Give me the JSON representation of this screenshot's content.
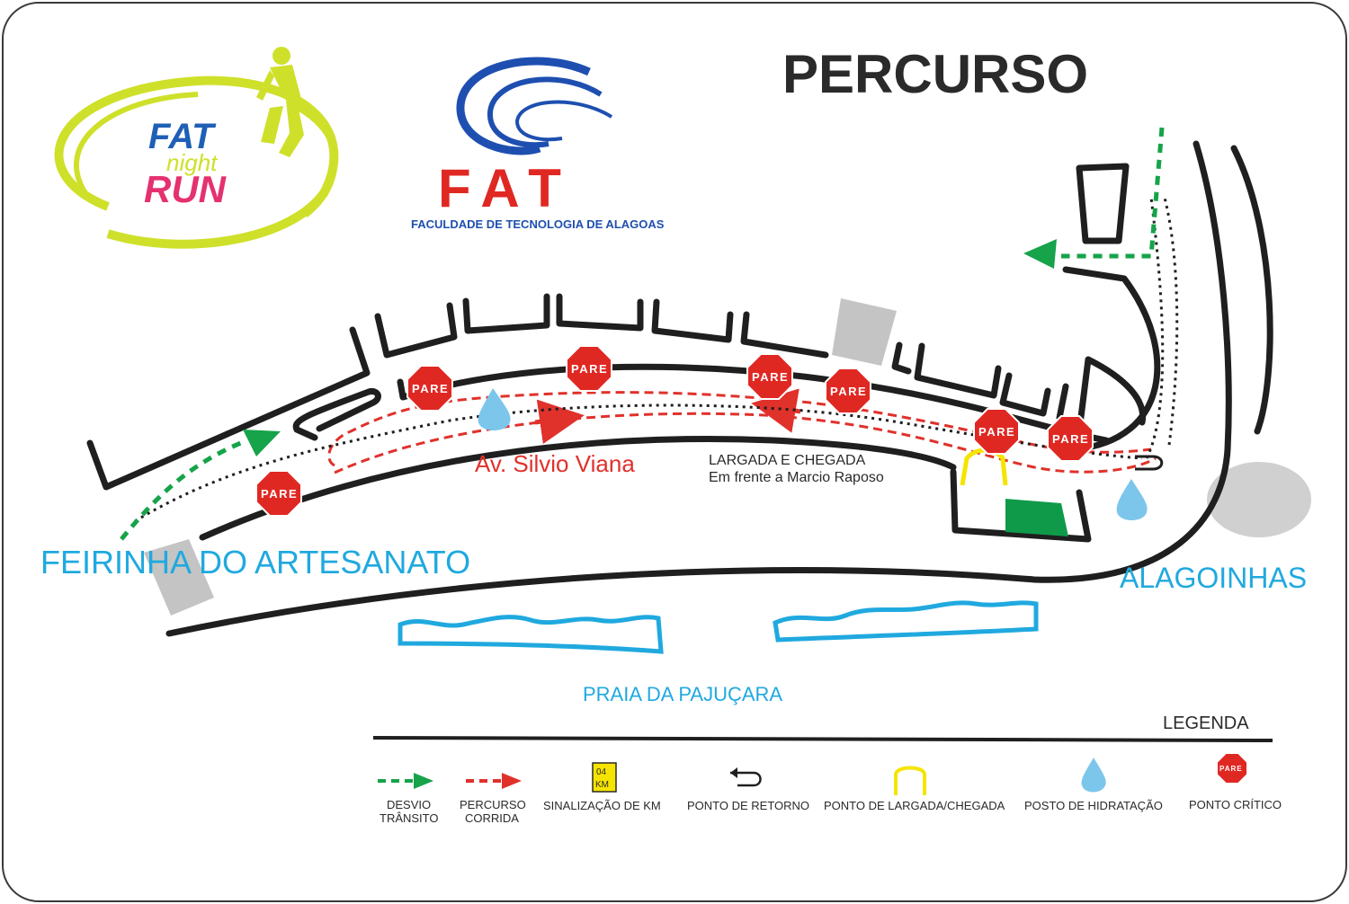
{
  "title": "PERCURSO",
  "logos": {
    "fat_run": {
      "word1": "FAT",
      "word2": "night",
      "word3": "RUN"
    },
    "fat": {
      "acronym": "FAT",
      "subtitle": "FACULDADE DE TECNOLOGIA DE ALAGOAS"
    }
  },
  "map": {
    "street_name": "Av.  Silvio Viana",
    "start_label_line1": "LARGADA E CHEGADA",
    "start_label_line2": "Em frente a Marcio Raposo",
    "west_label": "FEIRINHA DO ARTESANATO",
    "east_label": "ALAGOINHAS",
    "beach_label": "PRAIA DA PAJUÇARA",
    "stop_sign_text": "PARE",
    "colors": {
      "route": "#e0312b",
      "detour": "#16a34a",
      "water": "#20a9df",
      "start_arch": "#f5e400",
      "stop": "#e02823",
      "field": "#0f9a4a",
      "building": "#c4c4c4",
      "road": "#1f1f1f"
    }
  },
  "legend": {
    "heading": "LEGENDA",
    "km_sign_top": "04",
    "km_sign_bottom": "KM",
    "items": {
      "detour": {
        "line1": "DESVIO",
        "line2": "TRÂNSITO",
        "icon": "green-dashed-arrow-icon"
      },
      "route": {
        "line1": "PERCURSO",
        "line2": "CORRIDA",
        "icon": "red-dashed-arrow-icon"
      },
      "km": {
        "line1": "SINALIZAÇÃO DE KM",
        "icon": "km-sign-icon"
      },
      "return": {
        "line1": "PONTO DE RETORNO",
        "icon": "return-arrow-icon"
      },
      "start": {
        "line1": "PONTO DE LARGADA/CHEGADA",
        "icon": "start-arch-icon"
      },
      "water": {
        "line1": "POSTO DE HIDRATAÇÃO",
        "icon": "water-drop-icon"
      },
      "critical": {
        "line1": "PONTO CRÍTICO",
        "icon": "stop-sign-icon"
      }
    }
  }
}
